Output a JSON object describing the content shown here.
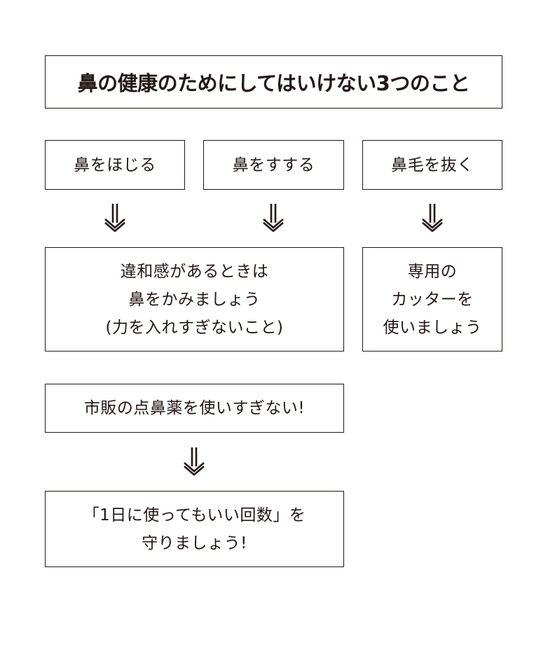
{
  "title": "鼻の健康のためにしてはいけない3つのこと",
  "colors": {
    "line": "#231815",
    "background": "#ffffff"
  },
  "row1": [
    {
      "label": "鼻をほじる"
    },
    {
      "label": "鼻をすする"
    },
    {
      "label": "鼻毛を抜く"
    }
  ],
  "row2": {
    "left": {
      "lines": [
        "違和感があるときは",
        "鼻をかみましょう",
        "(力を入れすぎないこと)"
      ]
    },
    "right": {
      "lines": [
        "専用の",
        "カッターを",
        "使いましょう"
      ]
    }
  },
  "row3": {
    "label": "市販の点鼻薬を使いすぎない!"
  },
  "row4": {
    "lines": [
      "「1日に使ってもいい回数」を",
      "守りましょう!"
    ]
  },
  "arrows": {
    "icon": "double-down-arrow-icon"
  }
}
